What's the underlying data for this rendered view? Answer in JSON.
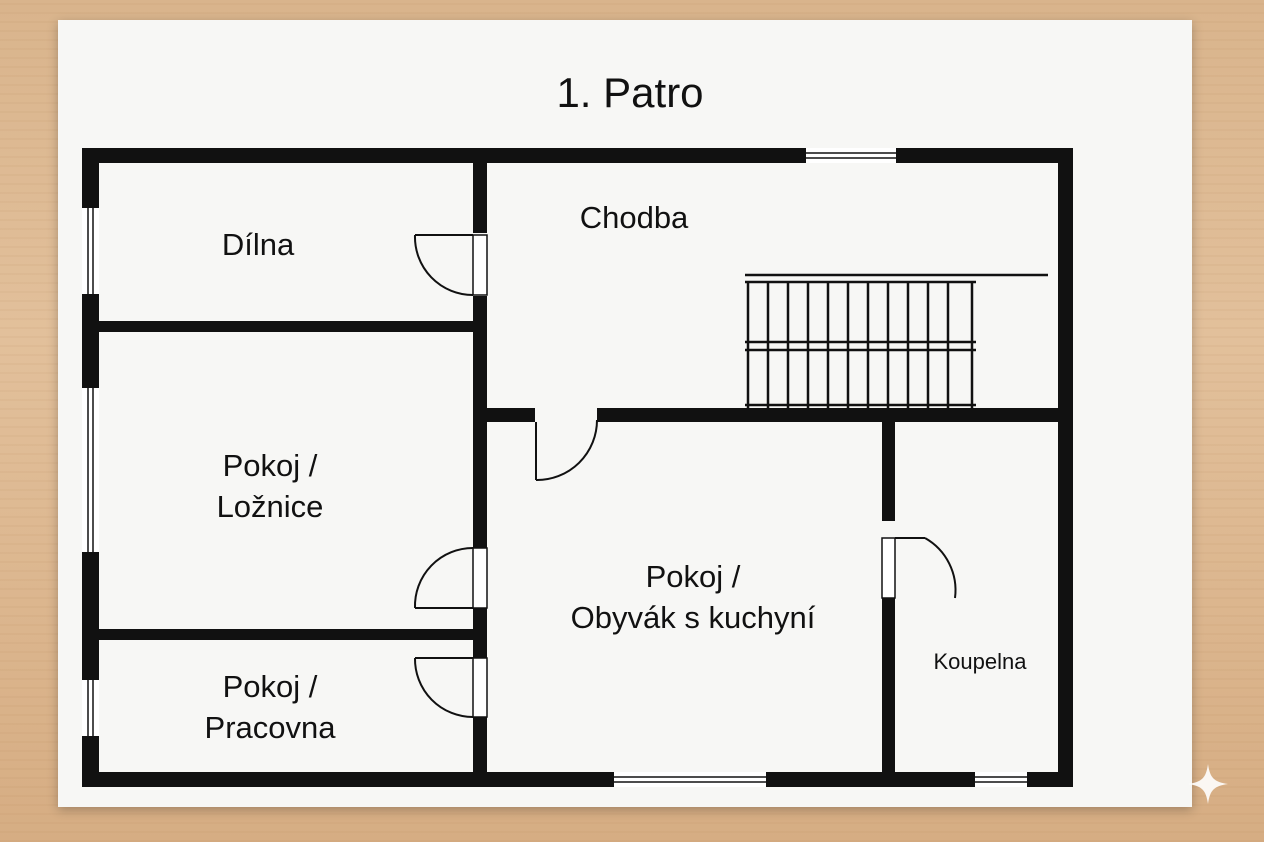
{
  "plan": {
    "title": "1. Patro",
    "rooms": {
      "dilna": "Dílna",
      "chodba": "Chodba",
      "loznice_l1": "Pokoj /",
      "loznice_l2": "Ložnice",
      "obyvak_l1": "Pokoj /",
      "obyvak_l2": "Obyvák s kuchyní",
      "pracovna_l1": "Pokoj /",
      "pracovna_l2": "Pracovna",
      "koupelna": "Koupelna"
    }
  },
  "icons": {
    "watermark": "sparkle-icon"
  },
  "colors": {
    "wall": "#111111",
    "paper": "#f7f7f5",
    "table": "#dcb48b"
  }
}
